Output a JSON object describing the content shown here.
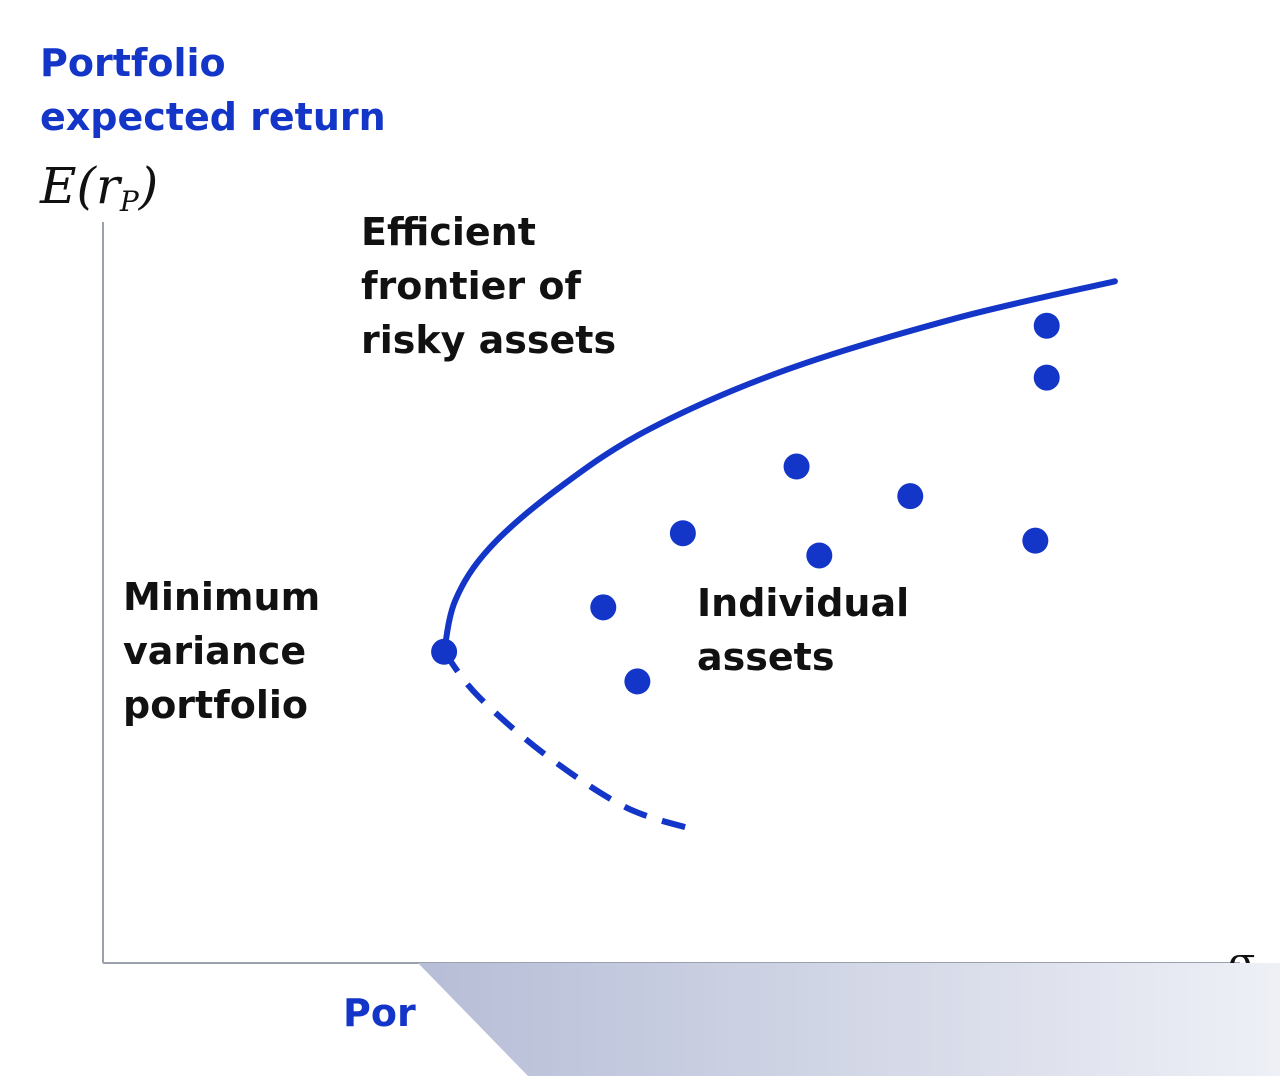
{
  "colors": {
    "accent": "#1336c8",
    "text": "#111111",
    "axis": "#9aa0ad",
    "overlay_dark": "#b6bdd6",
    "overlay_light": "#eef0f6"
  },
  "chart_data": {
    "type": "scatter",
    "title": "",
    "ylabel_lines": [
      "Portfolio",
      "expected return"
    ],
    "ylabel_symbol": "E(r",
    "ylabel_subscript": "P",
    "ylabel_close": ")",
    "xlabel_visible": "Por",
    "xlabel_symbol": "σ",
    "grid": false,
    "xlim": [
      0,
      100
    ],
    "ylim": [
      0,
      100
    ],
    "series": [
      {
        "name": "Individual assets",
        "points": [
          {
            "x": 44,
            "y": 48
          },
          {
            "x": 47,
            "y": 38
          },
          {
            "x": 51,
            "y": 58
          },
          {
            "x": 61,
            "y": 67
          },
          {
            "x": 63,
            "y": 55
          },
          {
            "x": 71,
            "y": 63
          },
          {
            "x": 82,
            "y": 57
          },
          {
            "x": 83,
            "y": 79
          },
          {
            "x": 83,
            "y": 86
          }
        ]
      }
    ],
    "frontier": {
      "efficient": [
        {
          "x": 30,
          "y": 42
        },
        {
          "x": 31,
          "y": 49
        },
        {
          "x": 34,
          "y": 56
        },
        {
          "x": 40,
          "y": 64
        },
        {
          "x": 48,
          "y": 72
        },
        {
          "x": 60,
          "y": 80
        },
        {
          "x": 75,
          "y": 87
        },
        {
          "x": 89,
          "y": 92
        }
      ],
      "inefficient": [
        {
          "x": 30,
          "y": 42
        },
        {
          "x": 33,
          "y": 36
        },
        {
          "x": 39,
          "y": 28
        },
        {
          "x": 46,
          "y": 21
        },
        {
          "x": 52,
          "y": 18
        }
      ],
      "minimum_variance_point": {
        "x": 30,
        "y": 42
      }
    },
    "annotations": [
      {
        "key": "frontier",
        "lines": [
          "Efficient",
          "frontier of",
          "risky assets"
        ]
      },
      {
        "key": "minvar",
        "lines": [
          "Minimum",
          "variance",
          "portfolio"
        ]
      },
      {
        "key": "assets",
        "lines": [
          "Individual",
          "assets"
        ]
      }
    ]
  }
}
